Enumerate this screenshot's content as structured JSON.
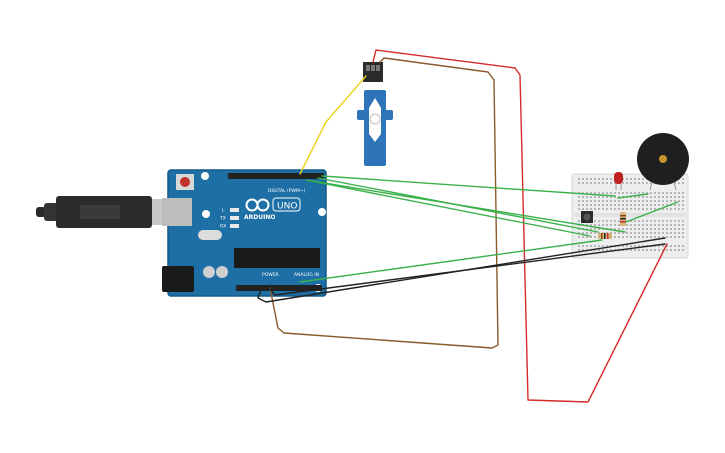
{
  "board": {
    "brand": "ARDUINO",
    "model": "UNO",
    "digital_label": "DIGITAL (PWM~)",
    "power_label": "POWER",
    "analog_label": "ANALOG IN",
    "led_labels": [
      "L",
      "TX",
      "RX"
    ],
    "color": "#1d6fa5"
  },
  "wire_colors": {
    "red": "#d42a2a",
    "brown": "#8b5a2b",
    "yellow": "#e8d21e",
    "green": "#3bb14a",
    "black": "#222222"
  },
  "components": [
    "usb-cable",
    "arduino-uno",
    "servo-motor",
    "breadboard",
    "piezo-buzzer",
    "red-led",
    "push-button",
    "resistor"
  ]
}
